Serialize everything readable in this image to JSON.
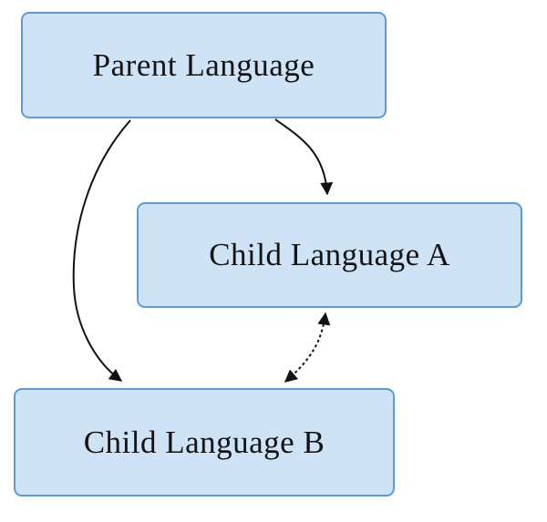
{
  "diagram": {
    "title": "language-family-diagram",
    "colors": {
      "background": "#ffffff",
      "node_fill": "#cfe3f6",
      "node_border": "#5b9bd5",
      "edge_color": "#111111"
    },
    "nodes": [
      {
        "id": "parent",
        "label": "Parent Language"
      },
      {
        "id": "child_a",
        "label": "Child Language A"
      },
      {
        "id": "child_b",
        "label": "Child Language B"
      }
    ],
    "edges": [
      {
        "from": "parent",
        "to": "child_a",
        "style": "solid",
        "directed": "forward"
      },
      {
        "from": "parent",
        "to": "child_b",
        "style": "solid",
        "directed": "forward"
      },
      {
        "from": "child_a",
        "to": "child_b",
        "style": "dashed",
        "directed": "both"
      }
    ]
  }
}
